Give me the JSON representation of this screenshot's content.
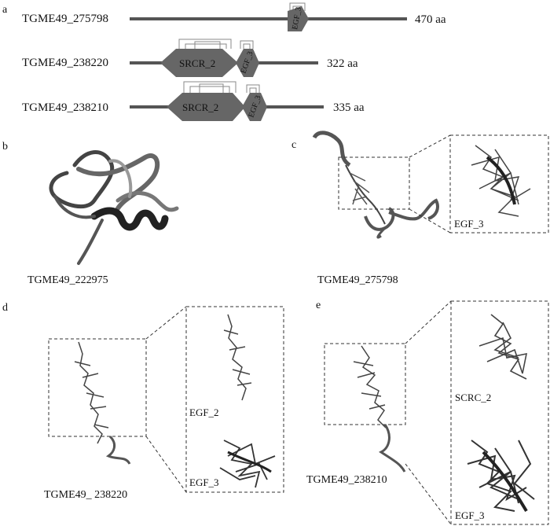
{
  "panels": {
    "a": {
      "letter": "a",
      "genes": [
        {
          "id": "TGME49_275798",
          "length": "470 aa",
          "domains": [
            "EGF_3"
          ]
        },
        {
          "id": "TGME49_238220",
          "length": "322 aa",
          "domains": [
            "SRCR_2",
            "EGF_3"
          ]
        },
        {
          "id": "TGME49_238210",
          "length": "335 aa",
          "domains": [
            "SRCR_2",
            "EGF_3"
          ]
        }
      ]
    },
    "b": {
      "letter": "b",
      "name": "TGME49_222975"
    },
    "c": {
      "letter": "c",
      "name": "TGME49_275798",
      "inset": "EGF_3"
    },
    "d": {
      "letter": "d",
      "name": "TGME49_ 238220",
      "insets": [
        "EGF_2",
        "EGF_3"
      ]
    },
    "e": {
      "letter": "e",
      "name": "TGME49_238210",
      "insets": [
        "SCRC_2",
        "EGF_3"
      ]
    }
  },
  "colors": {
    "domain_fill": "#666666",
    "line": "#555555",
    "ribbon": "#555555"
  }
}
